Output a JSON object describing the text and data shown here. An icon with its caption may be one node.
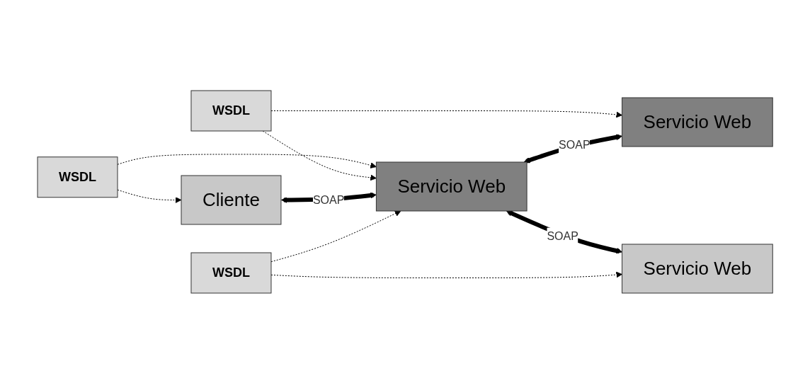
{
  "diagram": {
    "nodes": [
      {
        "text": [
          "WSDL"
        ]
      },
      {
        "text": [
          "Servicio Web"
        ]
      },
      {
        "text": [
          "WSDL"
        ]
      },
      {
        "text": [
          "Cliente"
        ]
      },
      {
        "text": [
          "Servicio Web"
        ]
      },
      {
        "text": [
          "Servicio Web"
        ]
      },
      {
        "text": [
          "WSDL"
        ]
      }
    ],
    "edges": [
      {
        "from": 2,
        "to": 3,
        "arrow": "to",
        "style": "dashed"
      },
      {
        "from": 2,
        "to": 4,
        "arrow": "to",
        "style": "dashed"
      },
      {
        "from": 0,
        "to": 1,
        "arrow": "to",
        "style": "dashed"
      },
      {
        "from": 0,
        "to": 4,
        "arrow": "to",
        "style": "dashed"
      },
      {
        "from": 3,
        "to": 4,
        "arrow": "both",
        "style": "thick",
        "label": "SOAP"
      },
      {
        "from": 4,
        "to": 1,
        "arrow": "both",
        "style": "thick",
        "label": "SOAP"
      },
      {
        "from": 4,
        "to": 5,
        "arrow": "both",
        "style": "thick",
        "label": "SOAP"
      },
      {
        "from": 6,
        "to": 4,
        "arrow": "to",
        "style": "dashed"
      },
      {
        "from": 6,
        "to": 5,
        "arrow": "to",
        "style": "dashed"
      }
    ]
  }
}
